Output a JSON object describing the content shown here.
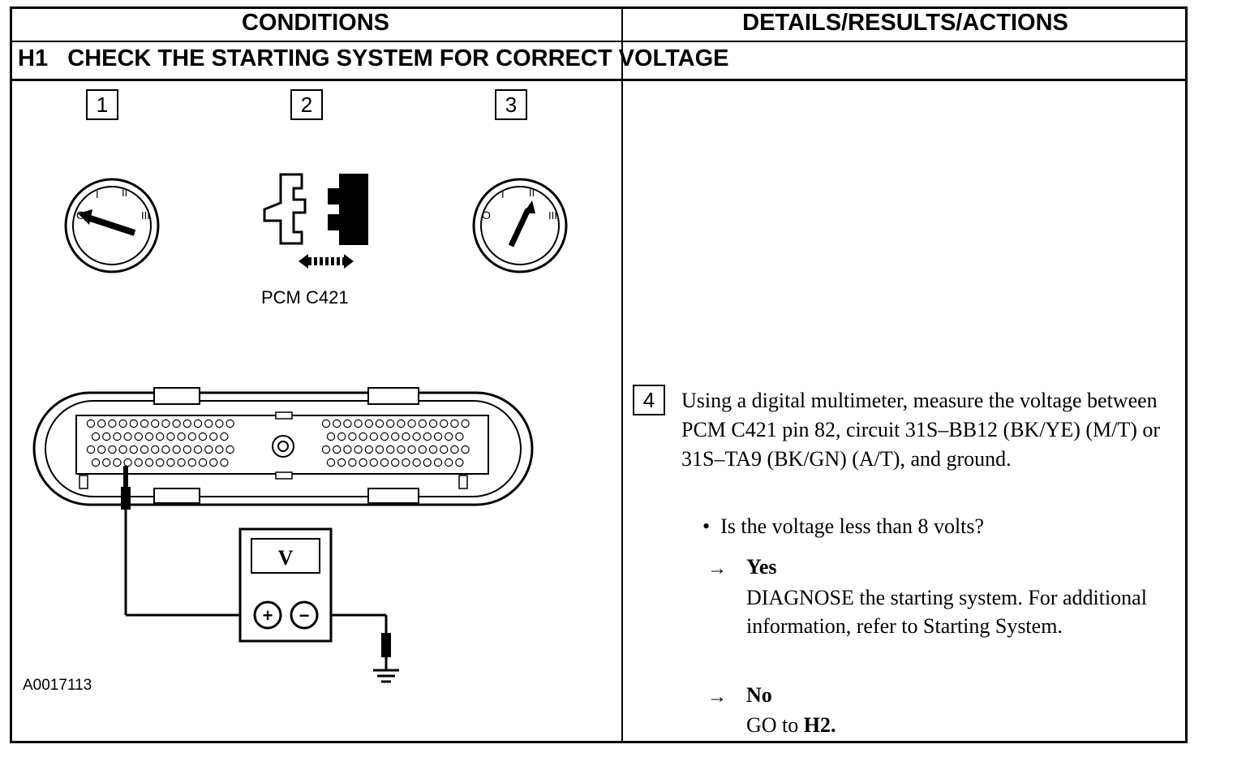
{
  "header": {
    "conditions": "CONDITIONS",
    "details": "DETAILS/RESULTS/ACTIONS"
  },
  "section": {
    "code": "H1",
    "title": "CHECK THE STARTING SYSTEM FOR CORRECT VOLTAGE"
  },
  "steps": [
    "1",
    "2",
    "3",
    "4"
  ],
  "ignition_marks": [
    "O",
    "I",
    "II",
    "III"
  ],
  "connector_label": "PCM C421",
  "meter_label": "V",
  "meter_plus": "+",
  "meter_minus": "−",
  "figure_id": "A0017113",
  "instruction": "Using a digital multimeter, measure the voltage between PCM C421 pin 82, circuit 31S–BB12 (BK/YE) (M/T) or 31S–TA9 (BK/GN) (A/T), and ground.",
  "question": "Is the voltage less than 8 volts?",
  "bullet_glyph": "•",
  "arrow_glyph": "→",
  "answers": {
    "yes": {
      "label": "Yes",
      "action": "DIAGNOSE the starting system. For additional information, refer to Starting System."
    },
    "no": {
      "label": "No",
      "action_prefix": "GO to ",
      "action_target": "H2."
    }
  }
}
